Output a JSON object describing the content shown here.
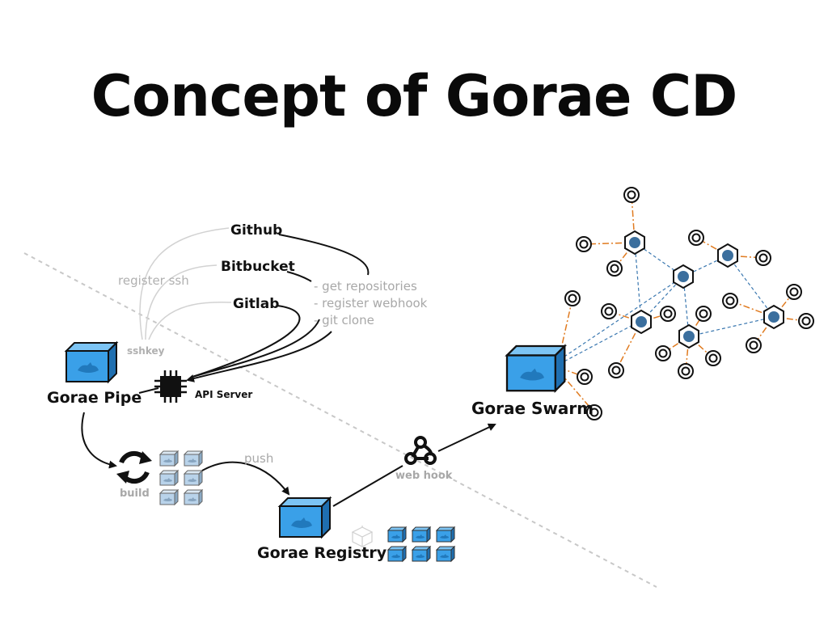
{
  "title": "Concept of Gorae CD",
  "git_hosts": [
    "Github",
    "Bitbucket",
    "Gitlab"
  ],
  "register_ssh": "register ssh",
  "sshkey": "sshkey",
  "api_actions": [
    "- get repositories",
    "- register webhook",
    "- git clone"
  ],
  "api_server": "API Server",
  "gorae_pipe": "Gorae Pipe",
  "build": "build",
  "push": "push",
  "gorae_registry": "Gorae Registry",
  "web_hook": "web hook",
  "gorae_swarm": "Gorae Swarm",
  "colors": {
    "container": "#3aa0e8",
    "container_dark": "#1c5f96",
    "light_container": "#b9d3ea",
    "cluster_edge": "#3b78b0",
    "node_edge": "#e07b20",
    "muted_text": "#a8a8a8"
  }
}
